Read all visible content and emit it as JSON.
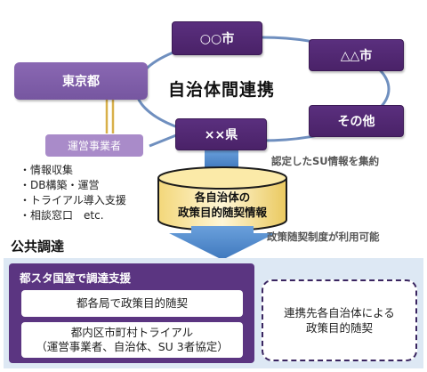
{
  "cities": {
    "a": "○○市",
    "b": "△△市",
    "c": "その他",
    "d": "××県"
  },
  "tokyo": "東京都",
  "operator": "運営事業者",
  "center_title": "自治体間連携",
  "bullets": [
    "情報収集",
    "DB構築・運営",
    "トライアル導入支援",
    "相談窓口　etc."
  ],
  "note_aggregate": "認定したSU情報を集約",
  "database": {
    "line1": "各自治体の",
    "line2": "政策目的随契情報"
  },
  "note_usable": "政策随契制度が利用可能",
  "section_title": "公共調達",
  "panel": {
    "header": "都スタ国室で調達支援",
    "card1": "都各局で政策目的随契",
    "card2_line1": "都内区市町村トライアル",
    "card2_line2": "（運営事業者、自治体、SU 3者協定）",
    "dashed_line1": "連携先各自治体による",
    "dashed_line2": "政策目的随契"
  },
  "colors": {
    "dark_purple": "#4a2268",
    "light_purple": "#7656a0",
    "ring_blue": "#6f8fbf",
    "arrow_blue": "#4a82c4",
    "panel_bg": "#dde8f4"
  }
}
